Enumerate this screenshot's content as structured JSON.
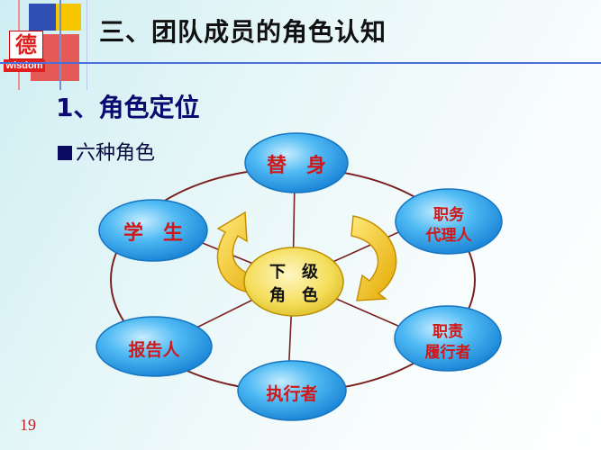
{
  "logo": {
    "char": "德",
    "word": "wisdom"
  },
  "header": {
    "title": "三、团队成员的角色认知"
  },
  "section": {
    "heading": "1、角色定位",
    "bullet": "六种角色"
  },
  "diagram": {
    "center": {
      "line1": "下　级",
      "line2": "角　色"
    },
    "roles": {
      "top": "替　身",
      "left_upper": "学　生",
      "right_upper_l1": "职务",
      "right_upper_l2": "代理人",
      "left_lower": "报告人",
      "right_lower_l1": "职责",
      "right_lower_l2": "履行者",
      "bottom": "执行者"
    },
    "colors": {
      "node_fill": "#2aa6ee",
      "node_text": "#d01818",
      "center_fill": "#f4de5a",
      "ring": "#7a1f1f",
      "arrow": "#f1c21b"
    }
  },
  "footer": {
    "page": "19"
  }
}
